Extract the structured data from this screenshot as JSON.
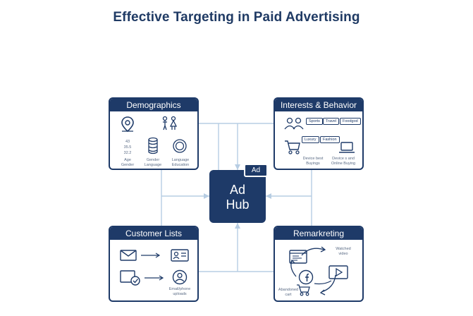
{
  "title": "Effective Targeting in Paid Advertising",
  "colors": {
    "primary": "#1e3a68",
    "connector": "#b7cde3",
    "label": "#5a6b85"
  },
  "hub": {
    "line1": "Ad",
    "line2": "Hub",
    "badge": "Ad"
  },
  "demographics": {
    "title": "Demographics",
    "stats": [
      "43",
      "35.5",
      "32.2"
    ],
    "labels": [
      "Age",
      "Gender",
      "Gender",
      "Language",
      "Language",
      "Education"
    ]
  },
  "interests": {
    "title": "Interests & Behavior",
    "tags": [
      "Sports",
      "Travel",
      "Foodgod",
      "Luxury",
      "Fashion"
    ],
    "labels": [
      "Device best",
      "Buyings",
      "Device s and",
      "Online Buying"
    ]
  },
  "customer_lists": {
    "title": "Customer Lists",
    "labels": [
      "Email/phone",
      "uploads"
    ]
  },
  "remarketing": {
    "title": "Remarkreting",
    "labels": [
      "Watched",
      "video",
      "Abandoned",
      "cart"
    ]
  }
}
